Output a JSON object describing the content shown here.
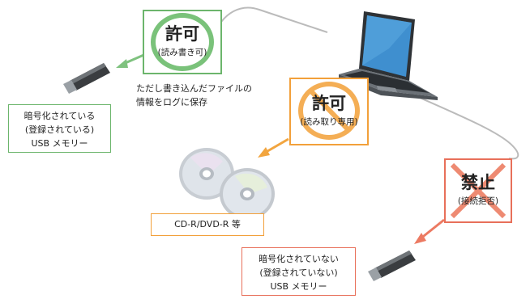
{
  "allowed": {
    "title": "許可",
    "subtitle": "(読み書き可)",
    "note_line1": "ただし書き込んだファイルの",
    "note_line2": "情報をログに保存",
    "color": "#6cb56c"
  },
  "readonly": {
    "title": "許可",
    "subtitle": "(読み取り専用)",
    "color": "#f2a03a"
  },
  "forbidden": {
    "title": "禁止",
    "subtitle": "(接続拒否)",
    "color": "#e8705a"
  },
  "registered_usb": {
    "line1": "暗号化されている",
    "line2": "(登録されている)",
    "line3": "USB メモリー",
    "border_color": "#6cb56c"
  },
  "optical_media": {
    "label": "CD-R/DVD-R 等",
    "border_color": "#f2a03a"
  },
  "unregistered_usb": {
    "line1": "暗号化されていない",
    "line2": "(登録されていない)",
    "line3": "USB メモリー",
    "border_color": "#e8705a"
  },
  "icons": {
    "laptop": "laptop-icon",
    "usb_registered": "usb-drive-icon",
    "discs": "optical-disc-icon",
    "usb_unregistered": "usb-drive-icon"
  }
}
